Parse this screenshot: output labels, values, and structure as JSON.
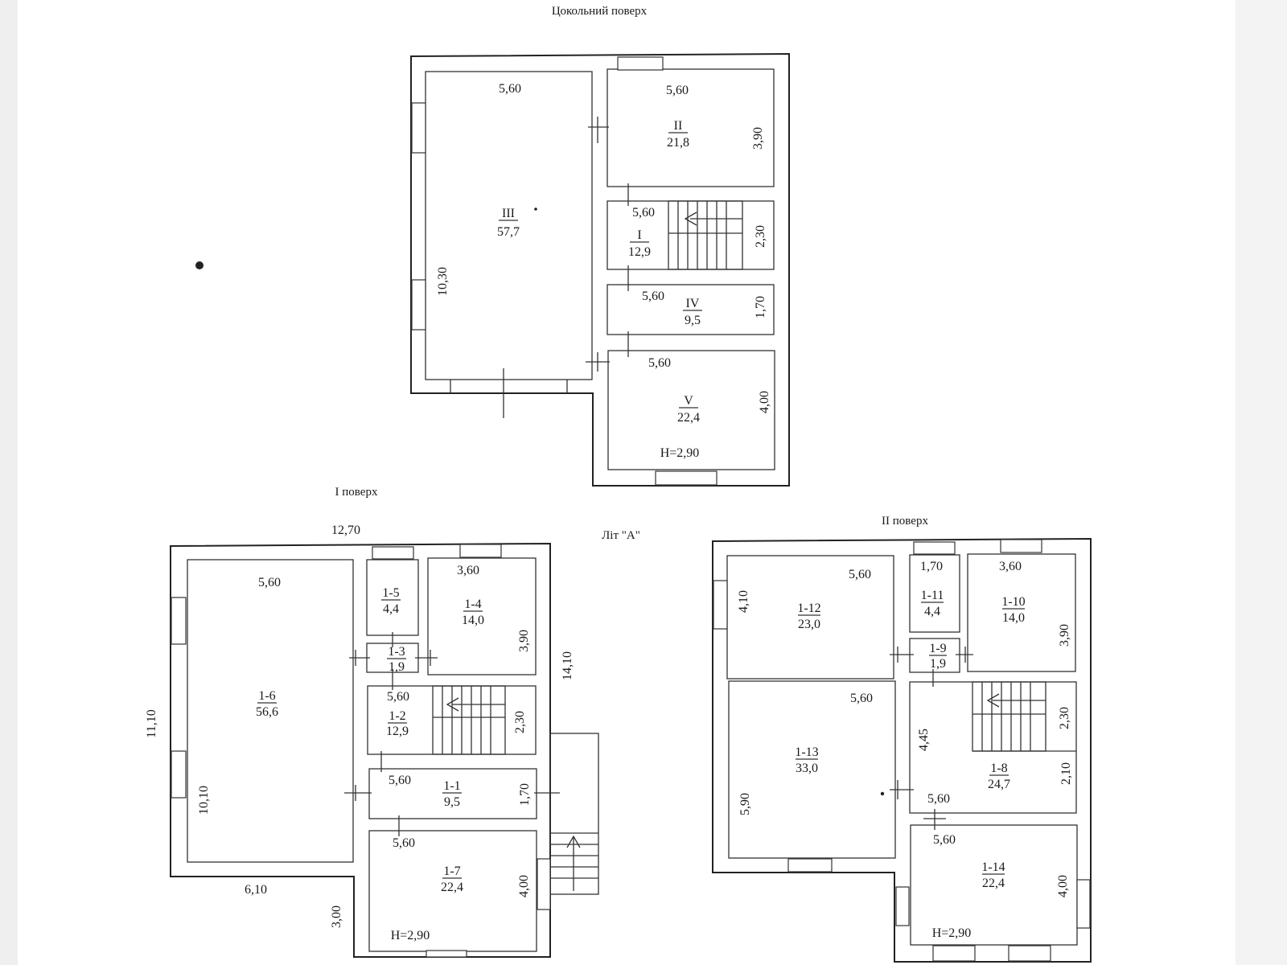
{
  "floors": {
    "basement": {
      "title": "Цокольний поверх",
      "height_label": "Н=2,90",
      "rooms": [
        {
          "id": "III",
          "area": "57,7"
        },
        {
          "id": "II",
          "area": "21,8"
        },
        {
          "id": "I",
          "area": "12,9"
        },
        {
          "id": "IV",
          "area": "9,5"
        },
        {
          "id": "V",
          "area": "22,4"
        }
      ],
      "dims": [
        "5,60",
        "5,60",
        "3,90",
        "5,60",
        "2,30",
        "10,30",
        "5,60",
        "1,70",
        "5,60",
        "4,00"
      ]
    },
    "first": {
      "title": "I поверх",
      "height_label": "Н=2,90",
      "rooms": [
        {
          "id": "1-6",
          "area": "56,6"
        },
        {
          "id": "1-5",
          "area": "4,4"
        },
        {
          "id": "1-4",
          "area": "14,0"
        },
        {
          "id": "1-3",
          "area": "1,9"
        },
        {
          "id": "1-2",
          "area": "12,9"
        },
        {
          "id": "1-1",
          "area": "9,5"
        },
        {
          "id": "1-7",
          "area": "22,4"
        }
      ],
      "dims": [
        "12,70",
        "5,60",
        "3,60",
        "3,90",
        "14,10",
        "11,10",
        "5,60",
        "2,30",
        "5,60",
        "1,70",
        "10,10",
        "5,60",
        "4,00",
        "6,10",
        "3,00"
      ]
    },
    "second": {
      "title": "II поверх",
      "height_label": "Н=2,90",
      "rooms": [
        {
          "id": "1-12",
          "area": "23,0"
        },
        {
          "id": "1-11",
          "area": "4,4"
        },
        {
          "id": "1-10",
          "area": "14,0"
        },
        {
          "id": "1-9",
          "area": "1,9"
        },
        {
          "id": "1-13",
          "area": "33,0"
        },
        {
          "id": "1-8",
          "area": "24,7"
        },
        {
          "id": "1-14",
          "area": "22,4"
        }
      ],
      "dims": [
        "1,70",
        "3,60",
        "5,60",
        "4,10",
        "3,90",
        "5,60",
        "2,30",
        "4,45",
        "2,10",
        "5,60",
        "5,90",
        "5,60",
        "4,00"
      ]
    }
  },
  "letter_label": "Літ \"А\""
}
